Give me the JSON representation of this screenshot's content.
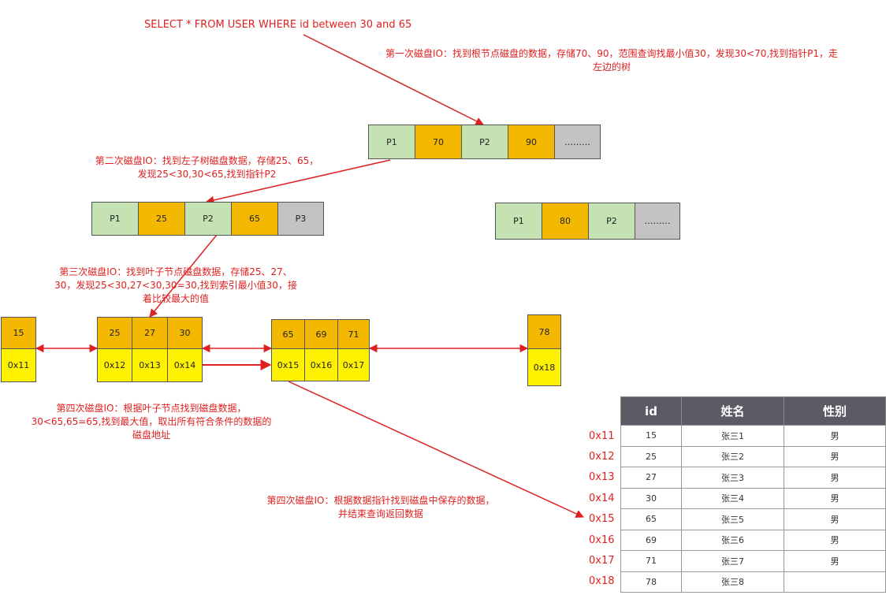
{
  "sql": "SELECT * FROM USER WHERE id  between 30 and 65",
  "notes": {
    "io1": [
      "第一次磁盘IO：找到根节点磁盘的数据，存储70、90，范围查询找最小值30，发现30<70,找到指针P1，走",
      "左边的树"
    ],
    "io2": [
      "第二次磁盘IO：找到左子树磁盘数据，存储25、65，",
      "发现25<30,30<65,找到指针P2"
    ],
    "io3": [
      "第三次磁盘IO：找到叶子节点磁盘数据，存储25、27、",
      "30，发现25<30,27<30,30=30,找到索引最小值30，接",
      "着比较最大的值"
    ],
    "io4a": [
      "第四次磁盘IO：根据叶子节点找到磁盘数据，",
      "30<65,65=65,找到最大值，取出所有符合条件的数据的",
      "磁盘地址"
    ],
    "io4b": [
      "第四次磁盘IO：根据数据指针找到磁盘中保存的数据，",
      "并结束查询返回数据"
    ]
  },
  "root_node": [
    "P1",
    "70",
    "P2",
    "90",
    "………"
  ],
  "left_node": [
    "P1",
    "25",
    "P2",
    "65",
    "P3"
  ],
  "right_node": [
    "P1",
    "80",
    "P2",
    "………"
  ],
  "leaves": [
    {
      "keys": [
        "15"
      ],
      "addrs": [
        "0x11"
      ]
    },
    {
      "keys": [
        "25",
        "27",
        "30"
      ],
      "addrs": [
        "0x12",
        "0x13",
        "0x14"
      ]
    },
    {
      "keys": [
        "65",
        "69",
        "71"
      ],
      "addrs": [
        "0x15",
        "0x16",
        "0x17"
      ]
    },
    {
      "keys": [
        "78"
      ],
      "addrs": [
        "0x18"
      ]
    }
  ],
  "table": {
    "headers": [
      "id",
      "姓名",
      "性别"
    ],
    "rows": [
      {
        "addr": "0x11",
        "id": "15",
        "name": "张三1",
        "sex": "男"
      },
      {
        "addr": "0x12",
        "id": "25",
        "name": "张三2",
        "sex": "男"
      },
      {
        "addr": "0x13",
        "id": "27",
        "name": "张三3",
        "sex": "男"
      },
      {
        "addr": "0x14",
        "id": "30",
        "name": "张三4",
        "sex": "男"
      },
      {
        "addr": "0x15",
        "id": "65",
        "name": "张三5",
        "sex": "男"
      },
      {
        "addr": "0x16",
        "id": "69",
        "name": "张三6",
        "sex": "男"
      },
      {
        "addr": "0x17",
        "id": "71",
        "name": "张三7",
        "sex": "男"
      },
      {
        "addr": "0x18",
        "id": "78",
        "name": "张三8",
        "sex": ""
      }
    ]
  },
  "colors": {
    "annotation": "#e02020",
    "pointer": "#c5e2b3",
    "key": "#f5b800",
    "address": "#fff200",
    "header": "#5b5b66"
  }
}
